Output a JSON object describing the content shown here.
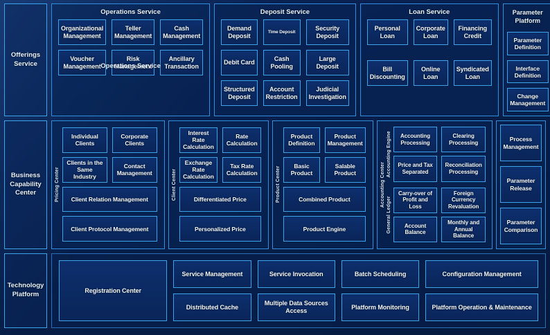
{
  "theme": {
    "background": "#061a3a",
    "panel_border": "#2f8fdc",
    "box_border": "#3ba3e8",
    "box_fill": "#0d2f6d",
    "text": "#eaf4ff"
  },
  "rows": {
    "offerings": {
      "rail_label": "Offerings Service",
      "services": [
        {
          "title": "Operations Service",
          "ghost_title": "Operations Service",
          "items": [
            {
              "label": "Organizational Management",
              "small": false
            },
            {
              "label": "Teller Management",
              "small": false
            },
            {
              "label": "Cash Management",
              "small": false
            },
            {
              "label": "Voucher Management",
              "small": false
            },
            {
              "label": "Risk Management",
              "small": false
            },
            {
              "label": "Ancillary Transaction",
              "small": false
            }
          ]
        },
        {
          "title": "Deposit Service",
          "items": [
            {
              "label": "Demand Deposit",
              "small": false
            },
            {
              "label": "Time Deposit",
              "small": true
            },
            {
              "label": "Security Deposit",
              "small": false
            },
            {
              "label": "Debit Card",
              "small": false
            },
            {
              "label": "Cash Pooling",
              "small": false
            },
            {
              "label": "Large Deposit",
              "small": false
            },
            {
              "label": "Structured Deposit",
              "small": false
            },
            {
              "label": "Account Restriction",
              "small": false
            },
            {
              "label": "Judicial Investigation",
              "small": false
            }
          ]
        },
        {
          "title": "Loan Service",
          "items": [
            {
              "label": "Personal Loan",
              "small": false
            },
            {
              "label": "Corporate Loan",
              "small": false
            },
            {
              "label": "Financing Credit",
              "small": false
            },
            {
              "label": "Bill Discounting",
              "small": false
            },
            {
              "label": "Online Loan",
              "small": false
            },
            {
              "label": "Syndicated Loan",
              "small": false
            }
          ]
        }
      ]
    },
    "business": {
      "rail_label": "Business Capability Center",
      "centers": [
        {
          "vlabel": "Pricing Center",
          "items": [
            {
              "label": "Individual Clients",
              "span": false
            },
            {
              "label": "Corporate Clients",
              "span": false
            },
            {
              "label": "Clients in the Same Industry",
              "span": false
            },
            {
              "label": "Contact Management",
              "span": false
            },
            {
              "label": "Client Relation Management",
              "span": true
            },
            {
              "label": "Client Protocol Management",
              "span": true
            }
          ]
        },
        {
          "vlabel": "Client Center",
          "items": [
            {
              "label": "Interest Rate Calculation",
              "span": false
            },
            {
              "label": "Rate Calculation",
              "span": false
            },
            {
              "label": "Exchange Rate Calculation",
              "span": false
            },
            {
              "label": "Tax Rate Calculation",
              "span": false
            },
            {
              "label": "Differentiated Price",
              "span": true
            },
            {
              "label": "Personalized Price",
              "span": true
            }
          ]
        },
        {
          "vlabel": "Product Center",
          "items": [
            {
              "label": "Product Definition",
              "span": false
            },
            {
              "label": "Product Management",
              "span": false
            },
            {
              "label": "Basic Product",
              "span": false
            },
            {
              "label": "Salable Product",
              "span": false
            },
            {
              "label": "Combined Product",
              "span": true
            },
            {
              "label": "Product Engine",
              "span": true
            }
          ]
        }
      ],
      "accounting": {
        "vlabel": "Accounting Center",
        "groups": [
          {
            "vlabel": "Accounting Engine",
            "items": [
              "Accounting Processing",
              "Clearing Processing",
              "Price and Tax Separated",
              "Reconciliation Processing"
            ]
          },
          {
            "vlabel": "General Ledger",
            "items": [
              "Carry-over of Profit and Loss",
              "Foreign Currency Revaluation",
              "Account Balance",
              "Monthly and Annual Balance"
            ]
          }
        ]
      }
    },
    "technology": {
      "rail_label": "Technology Platform",
      "registration": "Registration Center",
      "columns": [
        {
          "top": "Service Management",
          "bottom": "Distributed Cache"
        },
        {
          "top": "Service Invocation",
          "bottom": "Multiple Data Sources Access"
        },
        {
          "top": "Batch Scheduling",
          "bottom": "Platform Monitoring"
        },
        {
          "top": "Configuration Management",
          "bottom": "Platform Operation & Maintenance"
        }
      ]
    }
  },
  "parameter_platform": {
    "title": "Parameter Platform",
    "items": [
      "Parameter Definition",
      "Interface Definition",
      "Change Management",
      "Process Management",
      "Parameter Release",
      "Parameter Comparison"
    ]
  }
}
